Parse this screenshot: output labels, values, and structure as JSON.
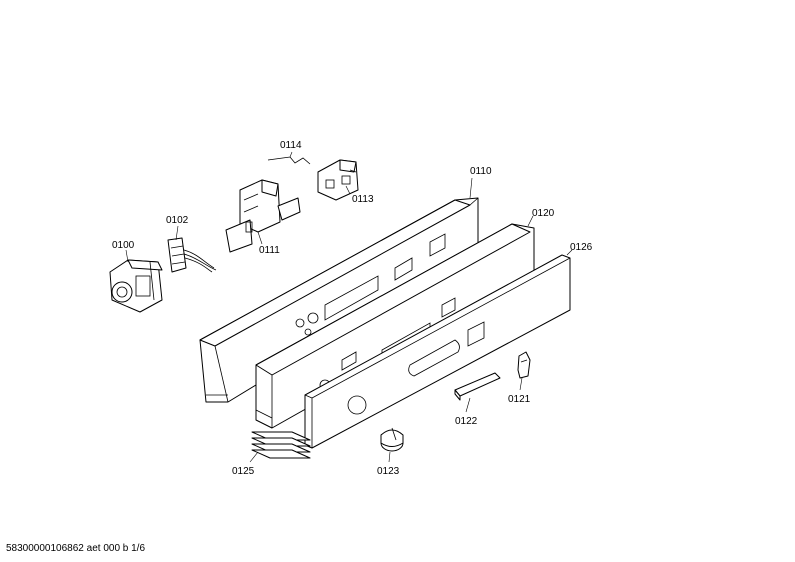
{
  "parts": [
    {
      "id": "p0100",
      "label": "0100"
    },
    {
      "id": "p0102",
      "label": "0102"
    },
    {
      "id": "p0110",
      "label": "0110"
    },
    {
      "id": "p0111",
      "label": "0111"
    },
    {
      "id": "p0113",
      "label": "0113"
    },
    {
      "id": "p0114",
      "label": "0114"
    },
    {
      "id": "p0120",
      "label": "0120"
    },
    {
      "id": "p0121",
      "label": "0121"
    },
    {
      "id": "p0122",
      "label": "0122"
    },
    {
      "id": "p0123",
      "label": "0123"
    },
    {
      "id": "p0125",
      "label": "0125"
    },
    {
      "id": "p0126",
      "label": "0126"
    }
  ],
  "footer": {
    "doc_id": "58300000106862 aet 000 b 1/6"
  }
}
